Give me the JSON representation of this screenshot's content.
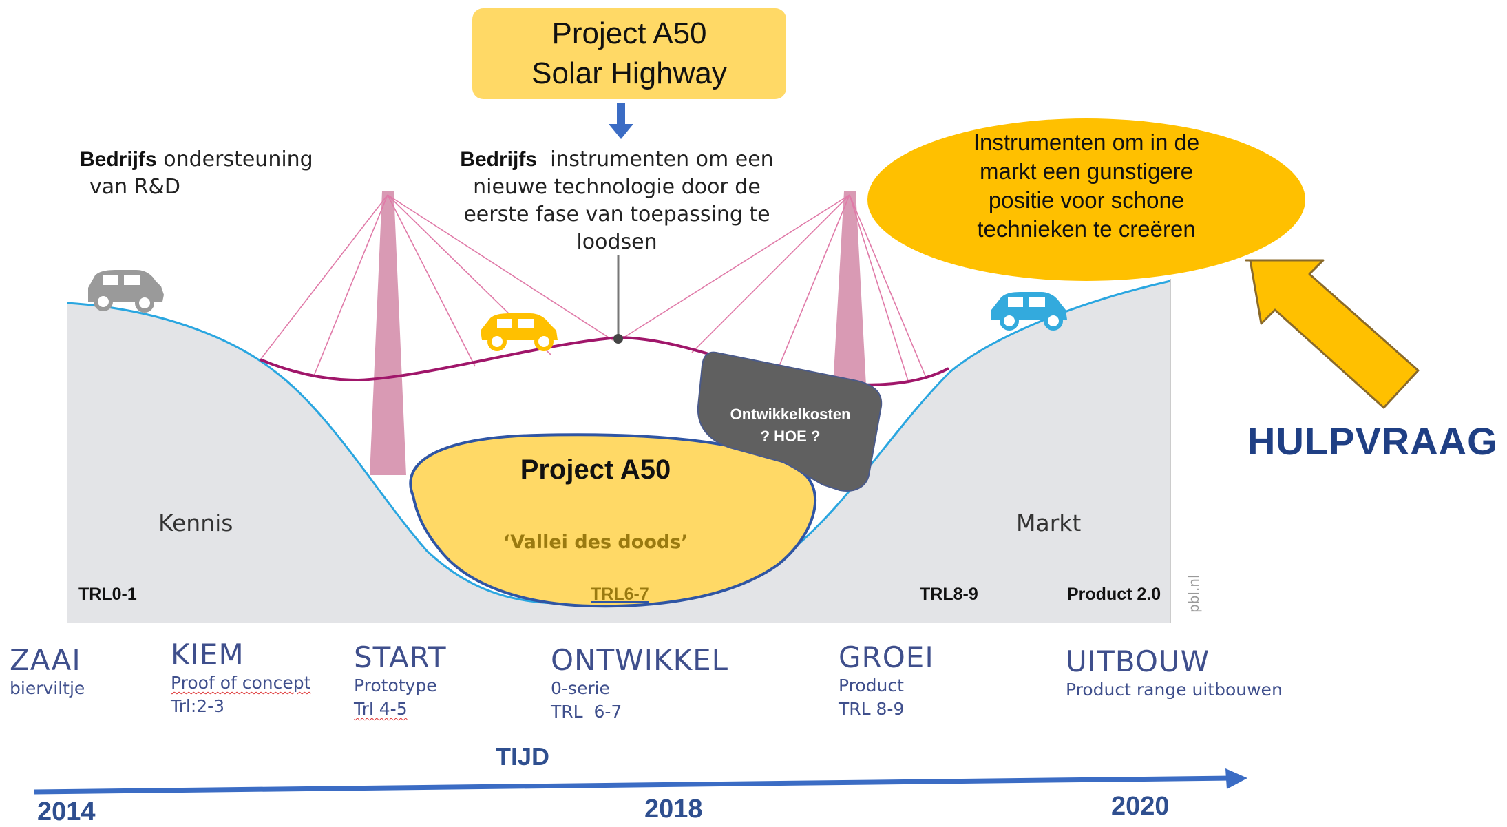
{
  "header": {
    "line1": "Project A50",
    "line2": "Solar Highway"
  },
  "notes": {
    "left_bold": "Bedrijfs",
    "left_text1": "ondersteuning",
    "left_text2": "van R&D",
    "mid_bold": "Bedrijfs",
    "mid_text1": "instrumenten om een",
    "mid_text2": "nieuwe technologie door de",
    "mid_text3": "eerste fase van toepassing te",
    "mid_text4": "loodsen"
  },
  "ellipse": {
    "line1": "Instrumenten om in de",
    "line2": "markt een gunstigere",
    "line3": "positie voor schone",
    "line4": "technieken te creëren"
  },
  "help": "HULPVRAAG",
  "valley": {
    "title": "Project A50",
    "subtitle": "‘Vallei des doods’"
  },
  "cost": {
    "line1": "Ontwikkelkosten",
    "line2": "? HOE ?"
  },
  "regions": {
    "left": "Kennis",
    "right": "Markt"
  },
  "trl_labels": {
    "a": "TRL0-1",
    "b": "TRL6-7",
    "c": "TRL8-9",
    "d": "Product 2.0"
  },
  "source": "pbl.nl",
  "stages": [
    {
      "name": "ZAAI",
      "sub1": "bierviltje",
      "sub2": ""
    },
    {
      "name": "KIEM",
      "sub1": "Proof of concept",
      "sub2": "Trl:2-3"
    },
    {
      "name": "START",
      "sub1": "Prototype",
      "sub2": "Trl 4-5"
    },
    {
      "name": "ONTWIKKEL",
      "sub1": "0-serie",
      "sub2": "TRL  6-7"
    },
    {
      "name": "GROEI",
      "sub1": "Product",
      "sub2": "TRL 8-9"
    },
    {
      "name": "UITBOUW",
      "sub1": "Product range uitbouwen",
      "sub2": ""
    }
  ],
  "timeline": {
    "label": "TIJD",
    "years": [
      "2014",
      "2018",
      "2020"
    ]
  },
  "colors": {
    "header_fill": "#ffd966",
    "ellipse_fill": "#ffc000",
    "arrow_fill": "#ffc000",
    "valley_fill": "#ffd966",
    "valley_stroke": "#2f55a4",
    "cost_fill": "#606060",
    "road": "#a0166a",
    "pylon": "#d99ab4",
    "land": "#e3e4e7",
    "accent_blue": "#2f55a4",
    "stage_text": "#3f4f8c",
    "car_grey": "#9a9a9a",
    "car_yellow": "#ffc000",
    "car_blue": "#33aadd"
  }
}
